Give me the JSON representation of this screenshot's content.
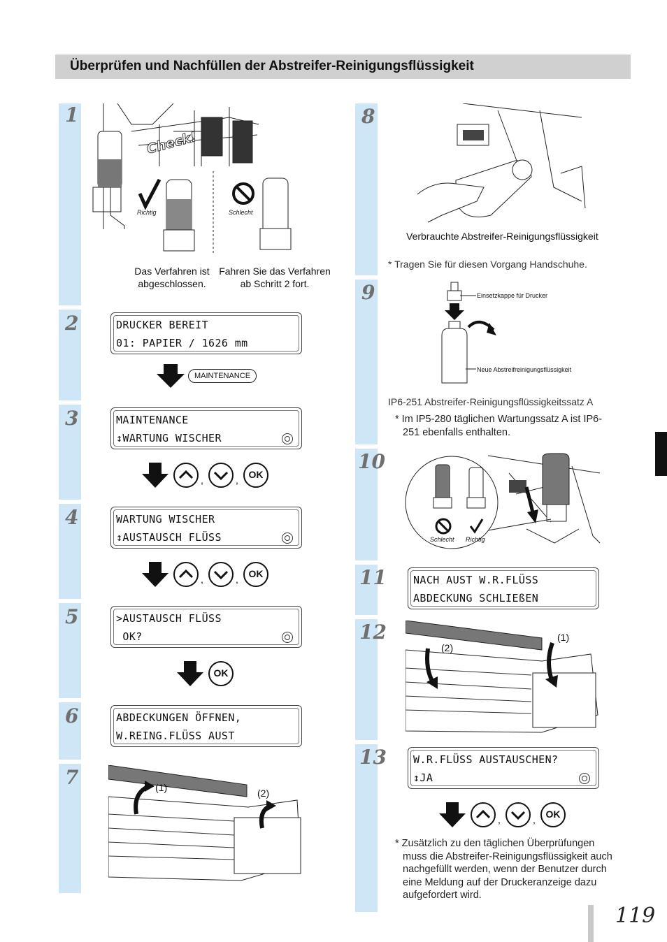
{
  "header": {
    "title": "Überprüfen und Nachfüllen der Abstreifer-Reinigungsflüssigkeit"
  },
  "steps": {
    "s1": {
      "num": "1",
      "check": "Check!",
      "richtig": "Richtig",
      "schlecht": "Schlecht",
      "cap_left": [
        "Das Verfahren ist",
        "abgeschlossen."
      ],
      "cap_right": [
        "Fahren Sie das Verfahren",
        "ab Schritt 2 fort."
      ]
    },
    "s2": {
      "num": "2",
      "l1": "DRUCKER BEREIT",
      "l2": "01: PAPIER / 1626 mm",
      "button": "MAINTENANCE"
    },
    "s3": {
      "num": "3",
      "l1": "MAINTENANCE",
      "l2": "↕WARTUNG WISCHER"
    },
    "s4": {
      "num": "4",
      "l1": "WARTUNG WISCHER",
      "l2": "↕AUSTAUSCH FLÜSS"
    },
    "s5": {
      "num": "5",
      "l1": ">AUSTAUSCH FLÜSS",
      "l2": " OK?"
    },
    "s6": {
      "num": "6",
      "l1": "ABDECKUNGEN ÖFFNEN,",
      "l2": "W.REING.FLÜSS AUST"
    },
    "s7": {
      "num": "7",
      "c1": "(1)",
      "c2": "(2)"
    },
    "s8": {
      "num": "8",
      "caption": "Verbrauchte Abstreifer-Reinigungsflüssigkeit",
      "note": "* Tragen Sie für diesen Vorgang Handschuhe."
    },
    "s9": {
      "num": "9",
      "cap_top": "Einsetzkappe für Drucker",
      "cap_bottom": "Neue Abstreifreinigungsflüssigkeit",
      "kit": "IP6-251 Abstreifer-Reinigungsflüssigkeitssatz A",
      "note": [
        "* Im IP5-280 täglichen Wartungssatz A ist IP6-",
        "251 ebenfalls enthalten."
      ]
    },
    "s10": {
      "num": "10",
      "schlecht": "Schlecht",
      "richtig": "Richtig"
    },
    "s11": {
      "num": "11",
      "l1": "NACH AUST W.R.FLÜSS",
      "l2": "ABDECKUNG SCHLIEßEN"
    },
    "s12": {
      "num": "12",
      "c1": "(1)",
      "c2": "(2)"
    },
    "s13": {
      "num": "13",
      "l1": "W.R.FLÜSS AUSTAUSCHEN?",
      "l2": "↕JA",
      "note": [
        "* Zusätzlich zu den täglichen Überprüfungen",
        "muss die Abstreifer-Reinigungsflüssigkeit auch",
        "nachgefüllt werden, wenn der Benutzer durch",
        "eine Meldung auf der Druckeranzeige dazu",
        "aufgefordert wird."
      ]
    }
  },
  "keys": {
    "ok": "OK",
    "comma": ","
  },
  "page": {
    "number": "119"
  }
}
